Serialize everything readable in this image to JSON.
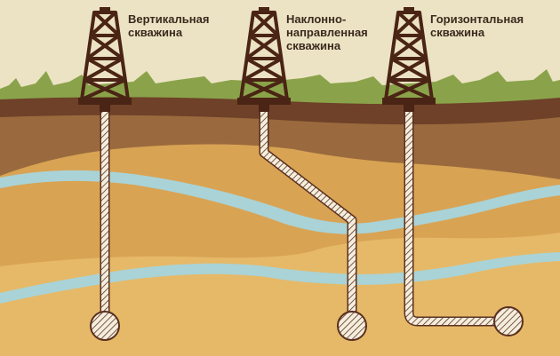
{
  "wells": [
    {
      "id": "vertical",
      "label_lines": [
        "Вертикальная",
        "скважина"
      ]
    },
    {
      "id": "directional",
      "label_lines": [
        "Наклонно-",
        "направленная",
        "скважина"
      ]
    },
    {
      "id": "horizontal",
      "label_lines": [
        "Горизонтальная",
        "скважина"
      ]
    }
  ],
  "colors": {
    "sky": "#ece3c4",
    "grass": "#8aa34a",
    "topsoil": "#6e4128",
    "clay": "#9a6a3e",
    "sand_upper": "#d9a354",
    "sand_lower": "#e6b968",
    "water": "#a9d3d6",
    "rig": "#4a2414",
    "pipe_fill": "#f5eedd",
    "hatch": "#5a3020"
  }
}
